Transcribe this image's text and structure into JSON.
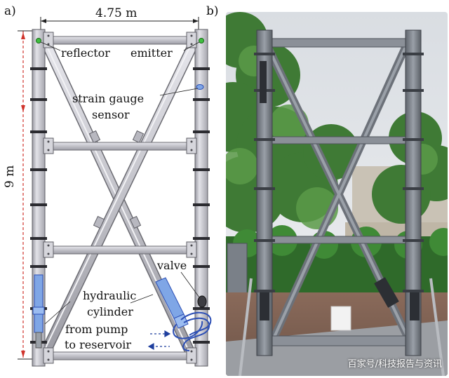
{
  "panels": {
    "a": "a)",
    "b": "b)"
  },
  "dimensions": {
    "width": "4.75 m",
    "height": "9 m"
  },
  "labels": {
    "reflector": "reflector",
    "emitter": "emitter",
    "strain_gauge_line1": "strain gauge",
    "strain_gauge_line2": "sensor",
    "valve": "valve",
    "hydraulic_line1": "hydraulic",
    "hydraulic_line2": "cylinder",
    "from_pump": "from pump",
    "to_reservoir": "to reservoir"
  },
  "watermark": "百家号/科技报告与资讯",
  "colors": {
    "frame": "#c9c9cf",
    "frame_edge": "#6b6b72",
    "cylinder": "#7fa6e6",
    "hose": "#2d4fb5",
    "dim_line": "#d0342c",
    "sky": "#dfe3e8",
    "tree": "#3f7a35",
    "steel": "#7d828a"
  }
}
